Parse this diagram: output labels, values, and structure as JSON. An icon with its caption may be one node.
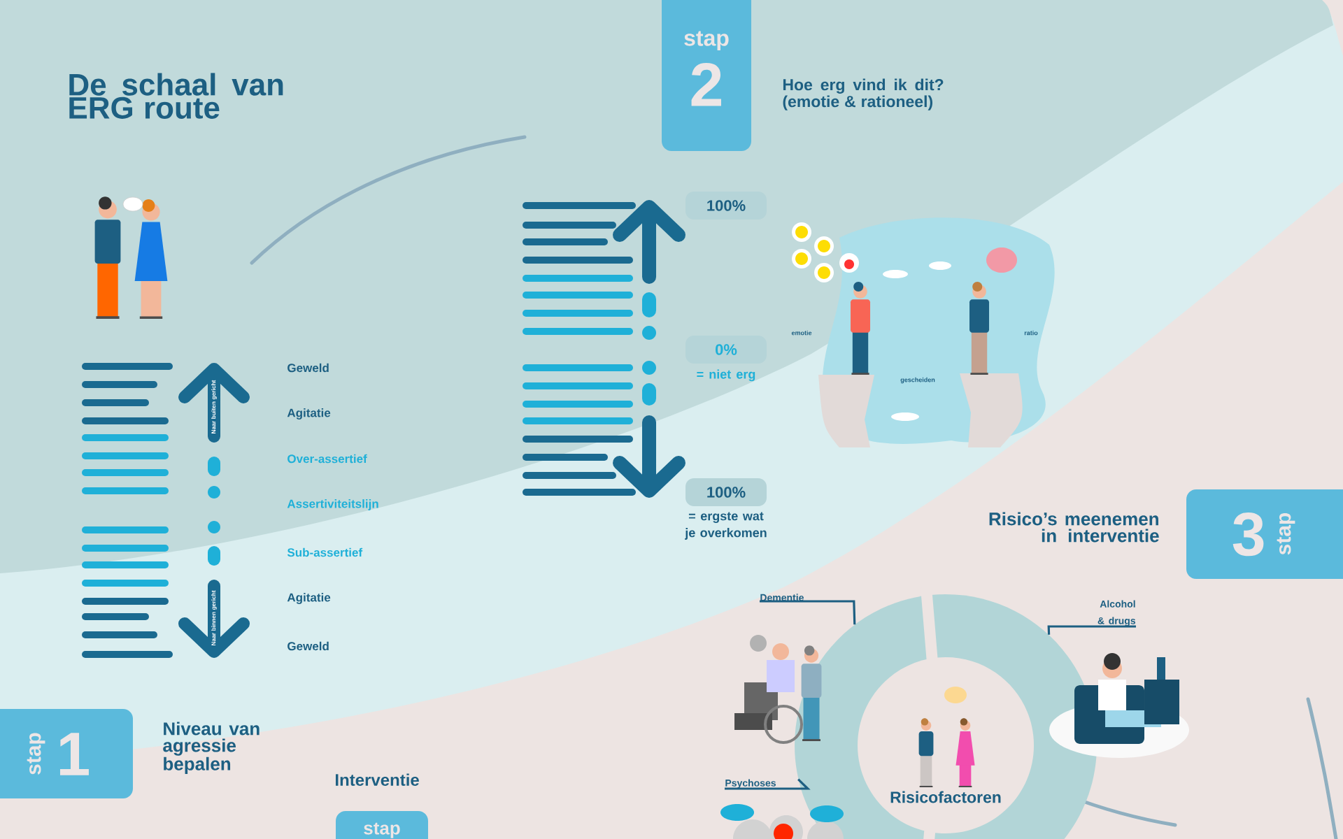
{
  "diagram": {
    "title": "De schaal van ERG route",
    "nodes": [
      {
        "text": [
          "stap",
          "1"
        ],
        "beside": [
          "Niveau van agressie bepalen"
        ]
      },
      {
        "text": [
          "stap",
          "2"
        ],
        "beside": [
          "Hoe erg vind ik dit? (emotie & rationeel)"
        ]
      },
      {
        "text": [
          "100%"
        ]
      },
      {
        "text": [
          "0%"
        ],
        "beside": [
          "= niet erg"
        ]
      },
      {
        "text": [
          "100%"
        ],
        "beside": [
          "= ergste wat je overkomen"
        ]
      },
      {
        "text": [
          "3",
          "stap"
        ],
        "beside": [
          "Risico’s meenemen in interventie"
        ]
      },
      {
        "text": [],
        "shape": "circle"
      },
      {
        "text": [
          "Risicofactoren"
        ],
        "in": 6
      },
      {
        "text": [
          "Dementie"
        ]
      },
      {
        "text": [
          "Alcohol & drugs"
        ]
      },
      {
        "text": [
          "Psychoses"
        ]
      },
      {
        "text": [
          "stap"
        ],
        "beside": [
          "Interventie"
        ]
      }
    ],
    "edges": [
      {
        "from": 8,
        "to": 6,
        "arrow": "none"
      },
      {
        "from": 9,
        "to": 6,
        "arrow": "none"
      },
      {
        "from": 10,
        "to": 6,
        "arrow": "none"
      }
    ],
    "labels": [
      "Geweld",
      "Agitatie",
      "Over-assertief",
      "Assertiviteitslijn",
      "Sub-assertief",
      "Agitatie",
      "Geweld",
      "Naar buiten gericht",
      "Naar binnen gericht",
      "emotie",
      "gescheiden",
      "ratio"
    ]
  }
}
